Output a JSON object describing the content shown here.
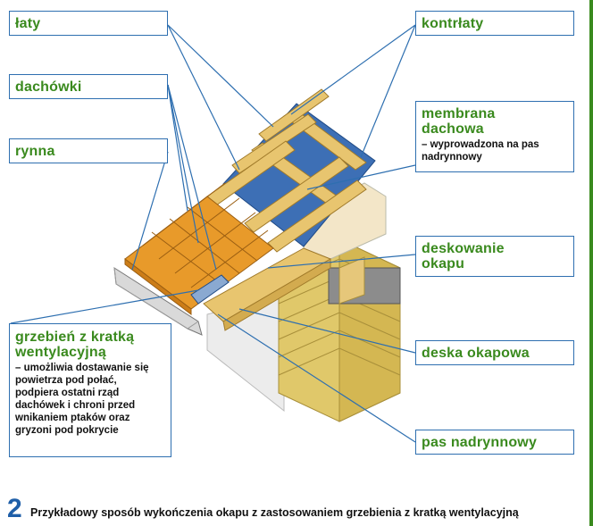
{
  "labels": {
    "laty": "łaty",
    "kontrlaty": "kontrłaty",
    "dachowki": "dachówki",
    "rynna": "rynna",
    "membrana_title": "membrana dachowa",
    "membrana_desc": "– wyprowadzona na pas nadrynnowy",
    "deskowanie": "deskowanie okapu",
    "grzebien_title": "grzebień z kratką wentylacyjną",
    "grzebien_desc": "– umożliwia dostawanie się powietrza pod połać, podpiera ostatni rząd dachówek i chroni przed wnikaniem ptaków oraz gryzoni pod pokrycie",
    "deska_okapowa": "deska okapowa",
    "pas_nadrynnowy": "pas nadrynnowy"
  },
  "caption": {
    "number": "2",
    "text": "Przykładowy sposób wykończenia okapu z zastosowaniem grzebienia z kratką wentylacyjną"
  },
  "colors": {
    "label_text": "#3a8a1e",
    "label_border": "#2e6fb0",
    "membrane": "#3d6fb5",
    "timber": "#e8c56f",
    "tiles": "#e89a2a",
    "brick": "#e0c86a",
    "wall": "#f3e6c8",
    "leader": "#2e6fb0"
  }
}
